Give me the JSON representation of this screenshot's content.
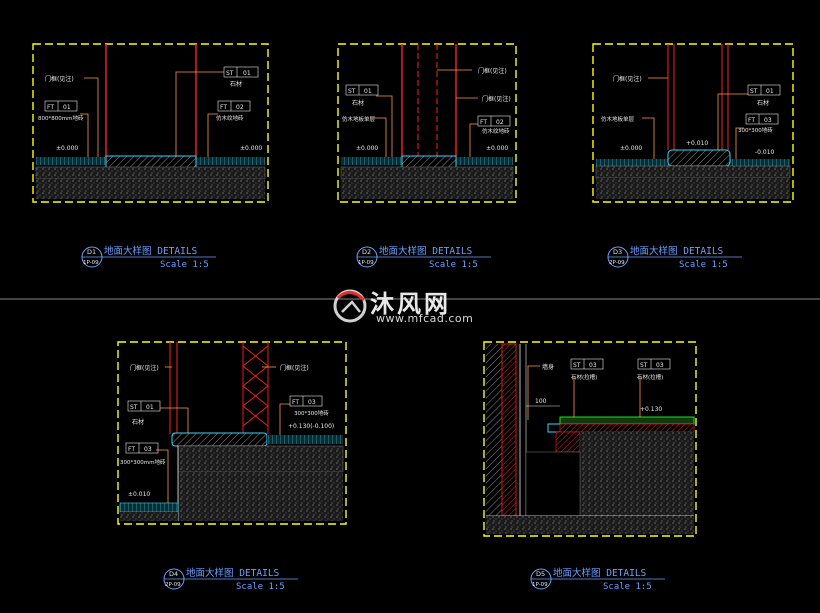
{
  "colors": {
    "frame": "#ffff00",
    "wall": "#ff2020",
    "leader": "#ff9a30",
    "text": "#e8e8e8",
    "cyan": "#30d8ff",
    "green": "#20e020",
    "divider": "#888888"
  },
  "panels": [
    {
      "id": "d1",
      "labels": {
        "door": "门框(见注)",
        "st_tag": "ST",
        "st_num": "01",
        "st_name": "石材",
        "ft_left_tag": "FT",
        "ft_left_num": "01",
        "ft_left_name": "800*800mm地砖",
        "ft_right_tag": "FT",
        "ft_right_num": "02",
        "ft_right_name": "仿木纹地砖",
        "level_left": "±0.000",
        "level_right": "±0.000"
      },
      "caption": {
        "num": "D1",
        "ref": "1P-09",
        "title": "地面大样图 DETAILS",
        "scale": "Scale 1:5"
      }
    },
    {
      "id": "d2",
      "labels": {
        "door_top": "门框(见注)",
        "door_mid": "门框(见注)",
        "st_tag": "ST",
        "st_num": "01",
        "st_name": "石材",
        "left_name": "仿木地板单层",
        "ft_tag": "FT",
        "ft_num": "02",
        "ft_name": "仿木纹地砖",
        "level_left": "±0.000",
        "level_right": "±0.000"
      },
      "caption": {
        "num": "D2",
        "ref": "1P-09",
        "title": "地面大样图 DETAILS",
        "scale": "Scale 1:5"
      }
    },
    {
      "id": "d3",
      "labels": {
        "door": "门框(见注)",
        "st_tag": "ST",
        "st_num": "01",
        "st_name": "石材",
        "left_name": "仿木地板单层",
        "ft_tag": "FT",
        "ft_num": "03",
        "ft_name": "300*300地砖",
        "level_left": "±0.000",
        "level_mid": "+0.010",
        "level_right": "-0.010"
      },
      "caption": {
        "num": "D3",
        "ref": "2P-09",
        "title": "地面大样图 DETAILS",
        "scale": "Scale 1:5"
      }
    },
    {
      "id": "d4",
      "labels": {
        "door_left": "门框(见注)",
        "door_right": "门框(见注)",
        "st_tag": "ST",
        "st_num": "01",
        "st_name": "石材",
        "ft_left_tag": "FT",
        "ft_left_num": "03",
        "ft_left_name": "300*300mm地砖",
        "ft_right_tag": "FT",
        "ft_right_num": "03",
        "ft_right_name": "300*300地砖",
        "level_high": "+0.130(-0.100)",
        "level_low": "±0.010"
      },
      "caption": {
        "num": "D4",
        "ref": "2P-09",
        "title": "地面大样图 DETAILS",
        "scale": "Scale 1:5"
      }
    },
    {
      "id": "d5",
      "labels": {
        "wall_label": "墙身",
        "st1_tag": "ST",
        "st1_num": "03",
        "st1_name": "石材(拉槽)",
        "st2_tag": "ST",
        "st2_num": "03",
        "st2_name": "石材(拉槽)",
        "dim": "100",
        "level": "+0.130"
      },
      "caption": {
        "num": "D5",
        "ref": "1P-09",
        "title": "地面大样图 DETAILS",
        "scale": "Scale 1:5"
      }
    }
  ],
  "watermark": {
    "brand": "沐风网",
    "url": "www.mfcad.com"
  }
}
